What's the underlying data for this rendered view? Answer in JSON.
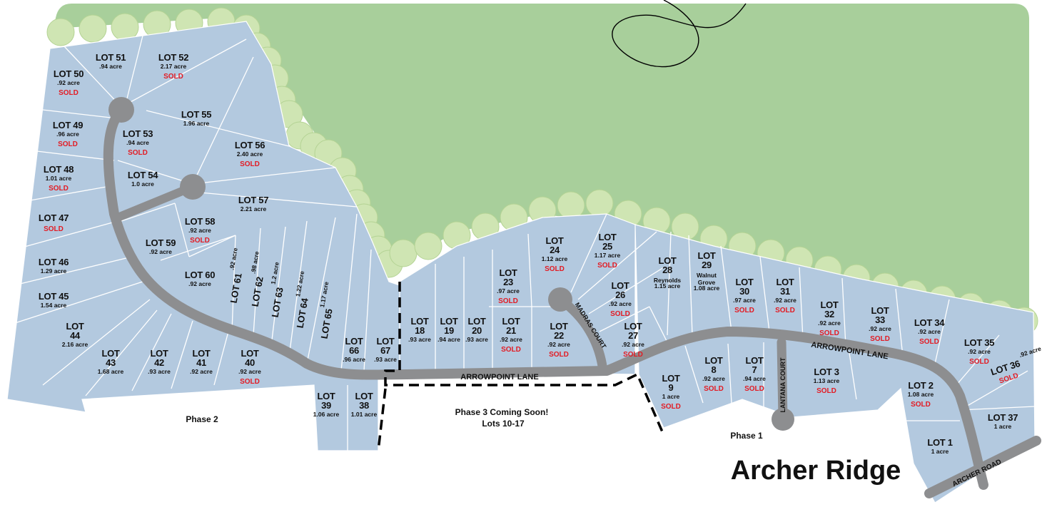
{
  "title": "Archer Ridge",
  "colors": {
    "lot_fill": "#b3c9df",
    "lot_line": "#ffffff",
    "green_space": "#a8cf9b",
    "tree_fill": "#cfe5b3",
    "road": "#8d8e90",
    "sold": "#e31b23",
    "phase_boundary": "#000000"
  },
  "roads": {
    "arrowpoint_1": "ARROWPOINT LANE",
    "arrowpoint_2": "ARROWPOINT LANE",
    "madras": "MADRAS COURT",
    "lantana": "LANTANA COURT",
    "archer_road": "ARCHER ROAD"
  },
  "phases": {
    "phase1": "Phase 1",
    "phase2": "Phase 2",
    "phase3_line1": "Phase 3 Coming Soon!",
    "phase3_line2": "Lots 10-17"
  },
  "lots": [
    {
      "lines": [
        "LOT 51"
      ],
      "acre": ".94 acre",
      "sold": ""
    },
    {
      "lines": [
        "LOT 52"
      ],
      "acre": "2.17 acre",
      "sold": "SOLD"
    },
    {
      "lines": [
        "LOT 50"
      ],
      "acre": ".92 acre",
      "sold": "SOLD"
    },
    {
      "lines": [
        "LOT 55"
      ],
      "acre": "1.96 acre",
      "sold": ""
    },
    {
      "lines": [
        "LOT 53"
      ],
      "acre": ".94 acre",
      "sold": "SOLD"
    },
    {
      "lines": [
        "LOT 49"
      ],
      "acre": ".96 acre",
      "sold": "SOLD"
    },
    {
      "lines": [
        "LOT 56"
      ],
      "acre": "2.40 acre",
      "sold": "SOLD"
    },
    {
      "lines": [
        "LOT 48"
      ],
      "acre": "1.01 acre",
      "sold": "SOLD"
    },
    {
      "lines": [
        "LOT 54"
      ],
      "acre": "1.0 acre",
      "sold": ""
    },
    {
      "lines": [
        "LOT 57"
      ],
      "acre": "2.21 acre",
      "sold": ""
    },
    {
      "lines": [
        "LOT 58"
      ],
      "acre": ".92 acre",
      "sold": "SOLD"
    },
    {
      "lines": [
        "LOT 47"
      ],
      "acre": "",
      "sold": "SOLD"
    },
    {
      "lines": [
        "LOT 59"
      ],
      "acre": ".92 acre",
      "sold": ""
    },
    {
      "lines": [
        "LOT 46"
      ],
      "acre": "1.29 acre",
      "sold": ""
    },
    {
      "lines": [
        "LOT 60"
      ],
      "acre": ".92 acre",
      "sold": ""
    },
    {
      "lines": [
        "LOT 45"
      ],
      "acre": "1.54 acre",
      "sold": ""
    },
    {
      "lines": [
        "LOT",
        "44"
      ],
      "acre": "2.16 acre",
      "sold": ""
    },
    {
      "lines": [
        "LOT",
        "43"
      ],
      "acre": "1.68 acre",
      "sold": ""
    },
    {
      "lines": [
        "LOT",
        "42"
      ],
      "acre": ".93 acre",
      "sold": ""
    },
    {
      "lines": [
        "LOT",
        "41"
      ],
      "acre": ".92 acre",
      "sold": ""
    },
    {
      "lines": [
        "LOT",
        "40"
      ],
      "acre": ".92 acre",
      "sold": "SOLD"
    },
    {
      "lines": [
        "LOT 61"
      ],
      "acre": ".92 acre",
      "sold": ""
    },
    {
      "lines": [
        "LOT 62"
      ],
      "acre": ".98 acre",
      "sold": ""
    },
    {
      "lines": [
        "LOT 63"
      ],
      "acre": "1.2 acre",
      "sold": ""
    },
    {
      "lines": [
        "LOT 64"
      ],
      "acre": "1.22 acre",
      "sold": ""
    },
    {
      "lines": [
        "LOT 65"
      ],
      "acre": "1.17 acre",
      "sold": ""
    },
    {
      "lines": [
        "LOT",
        "66"
      ],
      "acre": ".96 acre",
      "sold": ""
    },
    {
      "lines": [
        "LOT",
        "67"
      ],
      "acre": ".93 acre",
      "sold": ""
    },
    {
      "lines": [
        "LOT",
        "39"
      ],
      "acre": "1.06 acre",
      "sold": ""
    },
    {
      "lines": [
        "LOT",
        "38"
      ],
      "acre": "1.01 acre",
      "sold": ""
    },
    {
      "lines": [
        "LOT",
        "18"
      ],
      "acre": ".93 acre",
      "sold": ""
    },
    {
      "lines": [
        "LOT",
        "19"
      ],
      "acre": ".94 acre",
      "sold": ""
    },
    {
      "lines": [
        "LOT",
        "20"
      ],
      "acre": ".93 acre",
      "sold": ""
    },
    {
      "lines": [
        "LOT",
        "21"
      ],
      "acre": ".92 acre",
      "sold": "SOLD"
    },
    {
      "lines": [
        "LOT",
        "22"
      ],
      "acre": ".92 acre",
      "sold": "SOLD"
    },
    {
      "lines": [
        "LOT",
        "23"
      ],
      "acre": ".97 acre",
      "sold": "SOLD"
    },
    {
      "lines": [
        "LOT",
        "24"
      ],
      "acre": "1.12 acre",
      "sold": "SOLD"
    },
    {
      "lines": [
        "LOT",
        "25"
      ],
      "acre": "1.17 acre",
      "sold": "SOLD"
    },
    {
      "lines": [
        "LOT",
        "26"
      ],
      "acre": ".92 acre",
      "sold": "SOLD"
    },
    {
      "lines": [
        "LOT",
        "27"
      ],
      "acre": ".92 acre",
      "sold": "SOLD"
    },
    {
      "lines": [
        "LOT",
        "28",
        "Reynolds"
      ],
      "acre": "1.15 acre",
      "sold": ""
    },
    {
      "lines": [
        "LOT",
        "29",
        "Walnut",
        "Grove"
      ],
      "acre": "1.08 acre",
      "sold": ""
    },
    {
      "lines": [
        "LOT",
        "30"
      ],
      "acre": ".97 acre",
      "sold": "SOLD"
    },
    {
      "lines": [
        "LOT",
        "31"
      ],
      "acre": ".92 acre",
      "sold": "SOLD"
    },
    {
      "lines": [
        "LOT",
        "32"
      ],
      "acre": ".92 acre",
      "sold": "SOLD"
    },
    {
      "lines": [
        "LOT",
        "33"
      ],
      "acre": ".92 acre",
      "sold": "SOLD"
    },
    {
      "lines": [
        "LOT 34"
      ],
      "acre": ".92 acre",
      "sold": "SOLD"
    },
    {
      "lines": [
        "LOT 35"
      ],
      "acre": ".92 acre",
      "sold": "SOLD"
    },
    {
      "lines": [
        "LOT 36"
      ],
      "acre": ".92 acre",
      "sold": "SOLD"
    },
    {
      "lines": [
        "LOT 37"
      ],
      "acre": "1 acre",
      "sold": ""
    },
    {
      "lines": [
        "LOT 2"
      ],
      "acre": "1.08 acre",
      "sold": "SOLD"
    },
    {
      "lines": [
        "LOT 1"
      ],
      "acre": "1 acre",
      "sold": ""
    },
    {
      "lines": [
        "LOT 3"
      ],
      "acre": "1.13 acre",
      "sold": "SOLD"
    },
    {
      "lines": [
        "LOT",
        "7"
      ],
      "acre": ".94 acre",
      "sold": "SOLD"
    },
    {
      "lines": [
        "LOT",
        "8"
      ],
      "acre": ".92 acre",
      "sold": "SOLD"
    },
    {
      "lines": [
        "LOT",
        "9"
      ],
      "acre": "1 acre",
      "sold": "SOLD"
    }
  ]
}
